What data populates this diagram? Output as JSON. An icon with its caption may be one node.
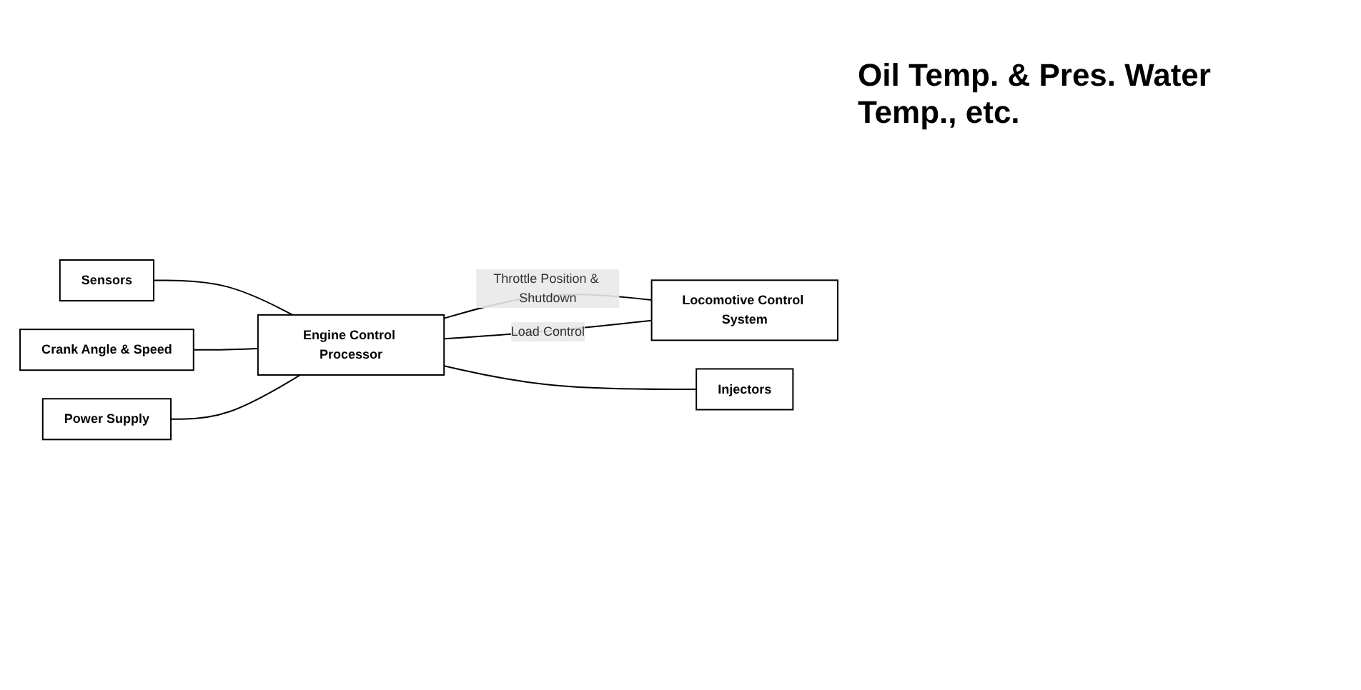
{
  "diagram": {
    "nodes": [
      {
        "text": [
          "Sensors"
        ]
      },
      {
        "text": [
          "Crank Angle & Speed"
        ]
      },
      {
        "text": [
          "Power Supply"
        ]
      },
      {
        "text": [
          "Engine Control Processor"
        ]
      },
      {
        "text": [
          "Locomotive Control System"
        ]
      },
      {
        "text": [
          "Injectors"
        ]
      }
    ],
    "edges": [
      {
        "from": 0,
        "to": 3,
        "arrow": "none"
      },
      {
        "from": 1,
        "to": 3,
        "arrow": "none"
      },
      {
        "from": 2,
        "to": 3,
        "arrow": "none"
      },
      {
        "from": 3,
        "to": 4,
        "arrow": "none",
        "label": "Throttle Position & Shutdown"
      },
      {
        "from": 3,
        "to": 4,
        "arrow": "none",
        "label": "Load Control"
      },
      {
        "from": 3,
        "to": 5,
        "arrow": "none"
      }
    ],
    "labels": [
      "Oil Temp. & Pres. Water Temp., etc."
    ]
  }
}
